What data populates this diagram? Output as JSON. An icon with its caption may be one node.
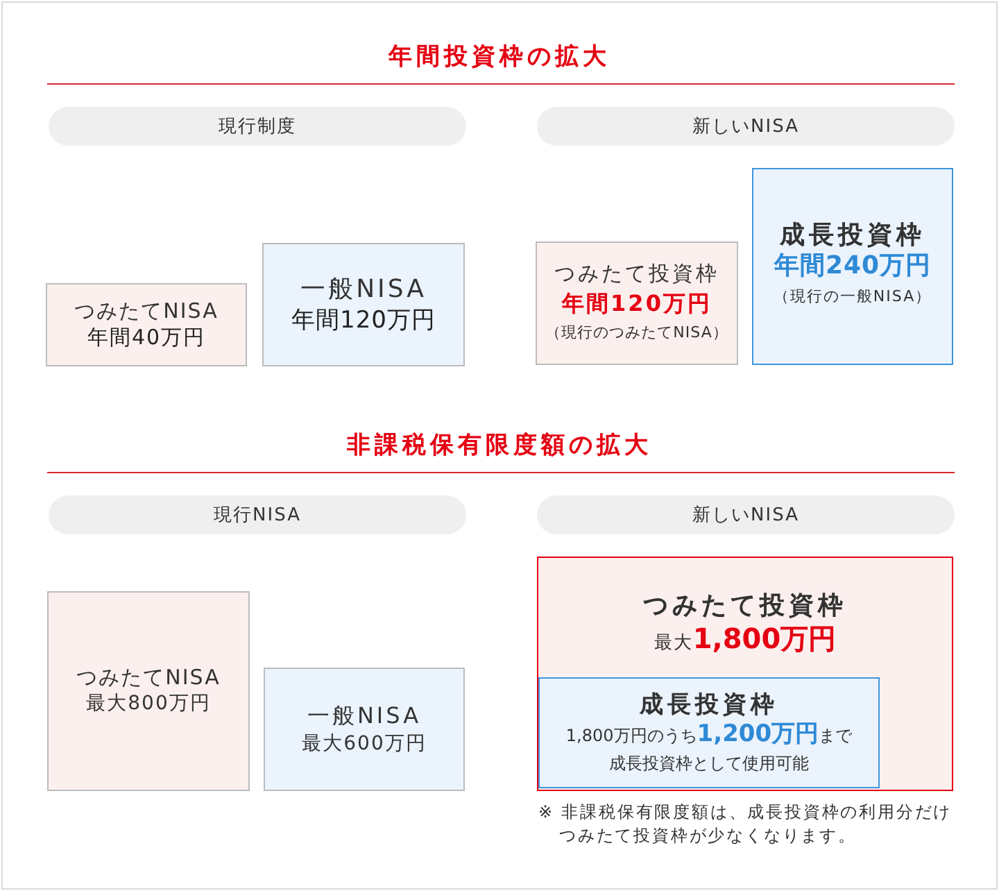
{
  "diagram": {
    "nodes": [
      {
        "text": [
          "現行制度"
        ]
      },
      {
        "text": [
          "新しいNISA"
        ]
      },
      {
        "text": [
          "つみたてNISA",
          "年間40万円"
        ]
      },
      {
        "text": [
          "一般NISA",
          "年間120万円"
        ]
      },
      {
        "text": [
          "つみたて投資枠",
          "年間120万円",
          "（現行のつみたてNISA）"
        ]
      },
      {
        "text": [
          "成長投資枠",
          "年間240万円",
          "（現行の一般NISA）"
        ]
      },
      {
        "text": [
          "現行NISA"
        ]
      },
      {
        "text": [
          "新しいNISA"
        ]
      },
      {
        "text": [
          "つみたてNISA",
          "最大800万円"
        ]
      },
      {
        "text": [
          "一般NISA",
          "最大600万円"
        ]
      },
      {
        "text": [
          "つみたて投資枠",
          "最大**1,800万円**"
        ]
      },
      {
        "text": [
          "成長投資枠",
          "1,800万円のうち**1,200万円**まで成長投資枠として使用可能"
        ],
        "in": 10
      }
    ],
    "labels": [
      "年間投資枠の拡大",
      "非課税保有限度額の拡大",
      "※ 非課税保有限度額は、成長投資枠の利用分だけつみたて投資枠が少なくなります。"
    ]
  }
}
